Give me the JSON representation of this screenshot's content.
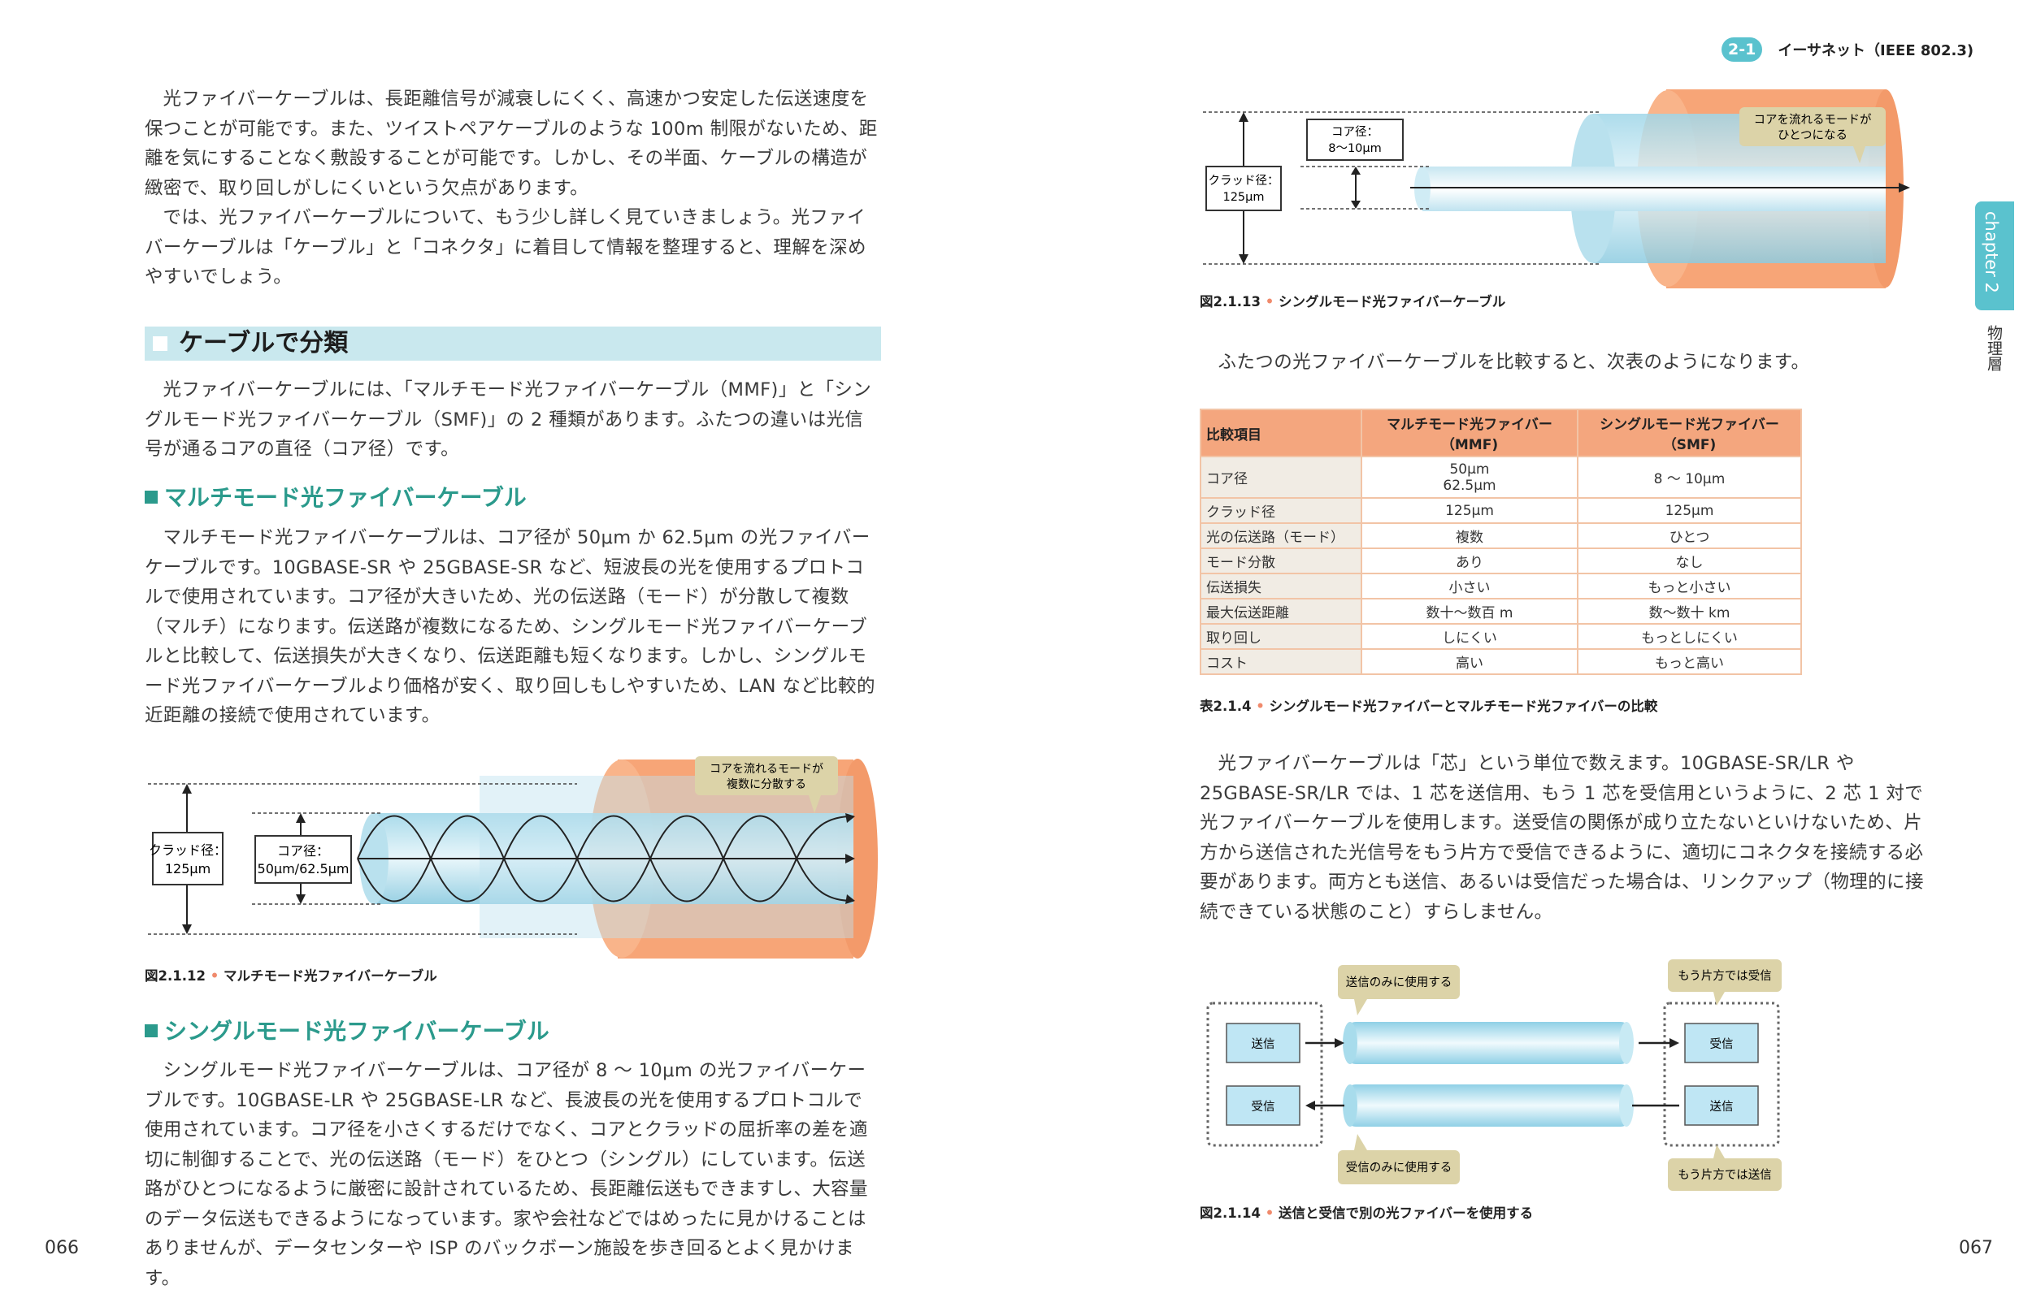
{
  "left": {
    "intro": [
      "光ファイバーケーブルは、長距離信号が減衰しにくく、高速かつ安定した伝送速度を保つことが可能です。また、ツイストペアケーブルのような 100m 制限がないため、距離を気にすることなく敷設することが可能です。しかし、その半面、ケーブルの構造が緻密で、取り回しがしにくいという欠点があります。",
      "では、光ファイバーケーブルについて、もう少し詳しく見ていきましょう。光ファイバーケーブルは「ケーブル」と「コネクタ」に着目して情報を整理すると、理解を深めやすいでしょう。"
    ],
    "section_title": "ケーブルで分類",
    "section_text": "光ファイバーケーブルには、「マルチモード光ファイバーケーブル（MMF)」と「シングルモード光ファイバーケーブル（SMF)」の 2 種類があります。ふたつの違いは光信号が通るコアの直径（コア径）です。",
    "mmf_title": "マルチモード光ファイバーケーブル",
    "mmf_text": "マルチモード光ファイバーケーブルは、コア径が 50μm か 62.5μm の光ファイバーケーブルです。10GBASE-SR や 25GBASE-SR など、短波長の光を使用するプロトコルで使用されています。コア径が大きいため、光の伝送路（モード）が分散して複数（マルチ）になります。伝送路が複数になるため、シングルモード光ファイバーケーブルと比較して、伝送損失が大きくなり、伝送距離も短くなります。しかし、シングルモード光ファイバーケーブルより価格が安く、取り回しもしやすいため、LAN など比較的近距離の接続で使用されています。",
    "fig12": {
      "clad_label": [
        "クラッド径：",
        "125μm"
      ],
      "core_label": [
        "コア径：",
        "50μm/62.5μm"
      ],
      "bubble": [
        "コアを流れるモードが",
        "複数に分散する"
      ],
      "caption_num": "図2.1.12",
      "caption_text": "マルチモード光ファイバーケーブル"
    },
    "smf_title": "シングルモード光ファイバーケーブル",
    "smf_text": "シングルモード光ファイバーケーブルは、コア径が 8 〜 10μm の光ファイバーケーブルです。10GBASE-LR や 25GBASE-LR など、長波長の光を使用するプロトコルで使用されています。コア径を小さくするだけでなく、コアとクラッドの屈折率の差を適切に制御することで、光の伝送路（モード）をひとつ（シングル）にしています。伝送路がひとつになるように厳密に設計されているため、長距離伝送もできますし、大容量のデータ伝送もできるようになっています。家や会社などではめったに見かけることはありませんが、データセンターや ISP のバックボーン施設を歩き回るとよく見かけます。",
    "page_number": "066"
  },
  "right": {
    "header_num": "2-1",
    "header_title": "イーサネット（IEEE 802.3)",
    "side_tab": "chapter 2",
    "side_sub": "物理層",
    "fig13": {
      "core_label": [
        "コア径：",
        "8〜10μm"
      ],
      "clad_label": [
        "クラッド径：",
        "125μm"
      ],
      "bubble": [
        "コアを流れるモードが",
        "ひとつになる"
      ],
      "caption_num": "図2.1.13",
      "caption_text": "シングルモード光ファイバーケーブル"
    },
    "table_intro": "ふたつの光ファイバーケーブルを比較すると、次表のようになります。",
    "table": {
      "headers": [
        "比較項目",
        "マルチモード光ファイバー（MMF)",
        "シングルモード光ファイバー（SMF)"
      ],
      "rows": [
        [
          "コア径",
          "50μm\n62.5μm",
          "8 〜 10μm"
        ],
        [
          "クラッド径",
          "125μm",
          "125μm"
        ],
        [
          "光の伝送路（モード）",
          "複数",
          "ひとつ"
        ],
        [
          "モード分散",
          "あり",
          "なし"
        ],
        [
          "伝送損失",
          "小さい",
          "もっと小さい"
        ],
        [
          "最大伝送距離",
          "数十〜数百 m",
          "数〜数十 km"
        ],
        [
          "取り回し",
          "しにくい",
          "もっとしにくい"
        ],
        [
          "コスト",
          "高い",
          "もっと高い"
        ]
      ],
      "caption_num": "表2.1.4",
      "caption_text": "シングルモード光ファイバーとマルチモード光ファイバーの比較"
    },
    "core_text": "光ファイバーケーブルは「芯」という単位で数えます。10GBASE-SR/LR や 25GBASE-SR/LR では、1 芯を送信用、もう 1 芯を受信用というように、2 芯 1 対で光ファイバーケーブルを使用します。送受信の関係が成り立たないといけないため、片方から送信された光信号をもう片方で受信できるように、適切にコネクタを接続する必要があります。両方とも送信、あるいは受信だった場合は、リンクアップ（物理的に接続できている状態のこと）すらしません。",
    "fig14": {
      "top_bubble": "送信のみに使用する",
      "bottom_bubble": "受信のみに使用する",
      "right_top_bubble": "もう片方では受信",
      "right_bottom_bubble": "もう片方では送信",
      "left_send": "送信",
      "left_recv": "受信",
      "right_recv": "受信",
      "right_send": "送信",
      "caption_num": "図2.1.14",
      "caption_text": "送信と受信で別の光ファイバーを使用する"
    },
    "page_number": "067"
  },
  "colors": {
    "teal_heading": "#2b9a8c",
    "band": "#c9e8ee",
    "cladding_orange": "#f7a577",
    "core_blue": "#9fd6e8",
    "table_header": "#f4a67e",
    "bubble": "#dcd3a8"
  }
}
